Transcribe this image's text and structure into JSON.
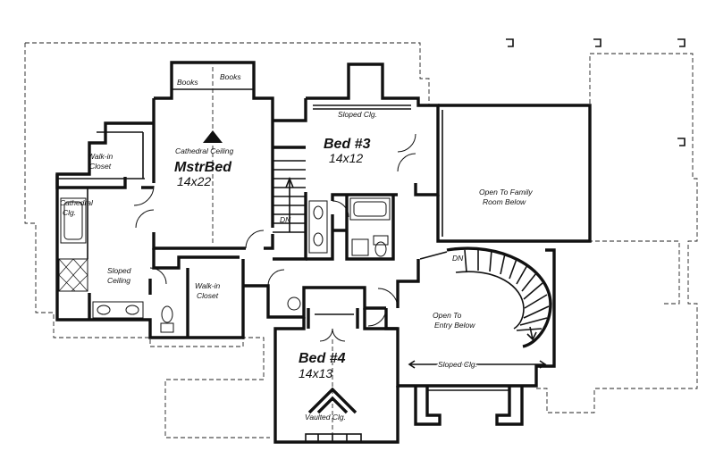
{
  "rooms": {
    "master": {
      "name": "MstrBed",
      "size": "14x22",
      "ceiling": "Cathedral Ceiling"
    },
    "bed3": {
      "name": "Bed #3",
      "size": "14x12",
      "ceiling": "Sloped Clg."
    },
    "bed4": {
      "name": "Bed #4",
      "size": "14x13",
      "ceiling": "Vaulted Clg."
    },
    "walkin1": {
      "line1": "Walk-in",
      "line2": "Closet"
    },
    "walkin2": {
      "line1": "Walk-in",
      "line2": "Closet"
    },
    "bath": {
      "line1": "Sloped",
      "line2": "Ceiling",
      "alcove1": "Cathedral",
      "alcove2": "Clg."
    },
    "open_family": {
      "line1": "Open To Family",
      "line2": "Room Below"
    },
    "open_entry": {
      "line1": "Open To",
      "line2": "Entry Below",
      "ceiling": "Sloped Clg."
    }
  },
  "labels": {
    "books_left": "Books",
    "books_right": "Books",
    "dn1": "DN",
    "dn2": "DN"
  }
}
